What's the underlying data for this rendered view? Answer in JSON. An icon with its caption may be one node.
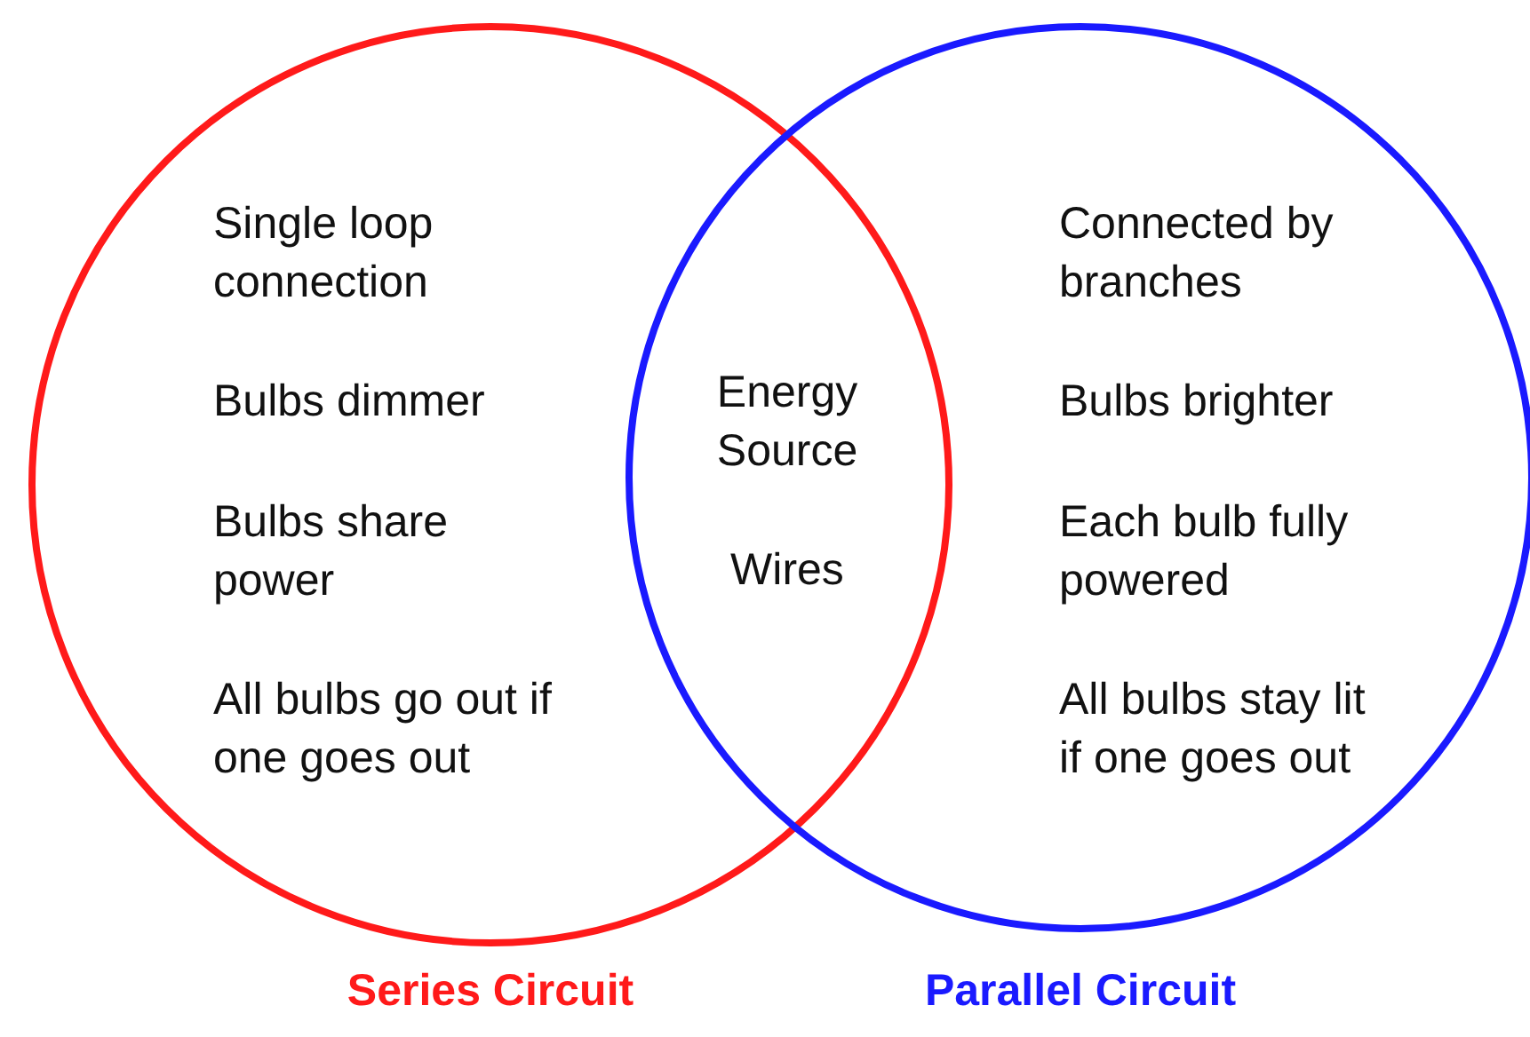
{
  "diagram": {
    "nodes": [
      {
        "text": [
          "Series Circuit",
          "Single loop connection",
          "Bulbs dimmer",
          "Bulbs share power",
          "All bulbs go out if one goes out"
        ]
      },
      {
        "text": [
          "Parallel Circuit",
          "Connected by branches",
          "Bulbs brighter",
          "Each bulb fully powered",
          "All bulbs stay lit if one goes out"
        ]
      }
    ],
    "labels": [
      "Energy Source",
      "Wires"
    ]
  }
}
